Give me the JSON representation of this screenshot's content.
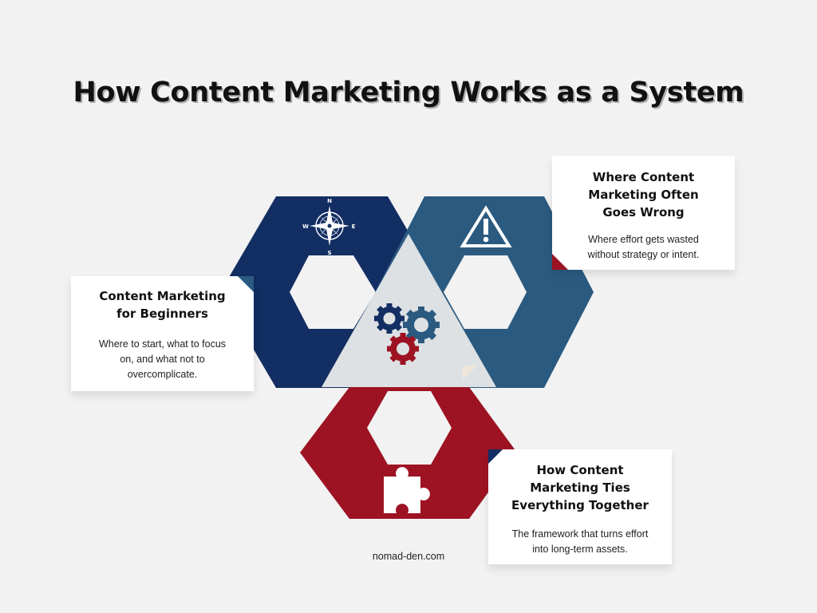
{
  "title": "How Content Marketing Works as a System",
  "colors": {
    "navy": "#132e63",
    "steel_blue": "#2b5a80",
    "crimson": "#9d1323",
    "center_gray": "#dde1e3",
    "background": "#f2f2f2"
  },
  "nodes": [
    {
      "id": "beginners",
      "color": "#132e63",
      "icon": "compass-icon",
      "compass_labels": {
        "n": "N",
        "e": "E",
        "s": "S",
        "w": "W"
      },
      "title_lines": [
        "Content Marketing",
        "for Beginners"
      ],
      "desc_lines": [
        "Where to start, what to focus",
        "on, and what not to",
        "overcomplicate."
      ]
    },
    {
      "id": "wrong",
      "color": "#2b5a80",
      "icon": "warning-icon",
      "title_lines": [
        "Where Content",
        "Marketing Often",
        "Goes Wrong"
      ],
      "desc_lines": [
        "Where effort gets wasted",
        "without strategy or intent."
      ]
    },
    {
      "id": "together",
      "color": "#9d1323",
      "icon": "puzzle-piece-icon",
      "title_lines": [
        "How Content",
        "Marketing Ties",
        "Everything Together"
      ],
      "desc_lines": [
        "The framework that turns effort",
        "into long-term assets."
      ]
    }
  ],
  "center_icon": "gears-icon",
  "footer": "nomad-den.com"
}
